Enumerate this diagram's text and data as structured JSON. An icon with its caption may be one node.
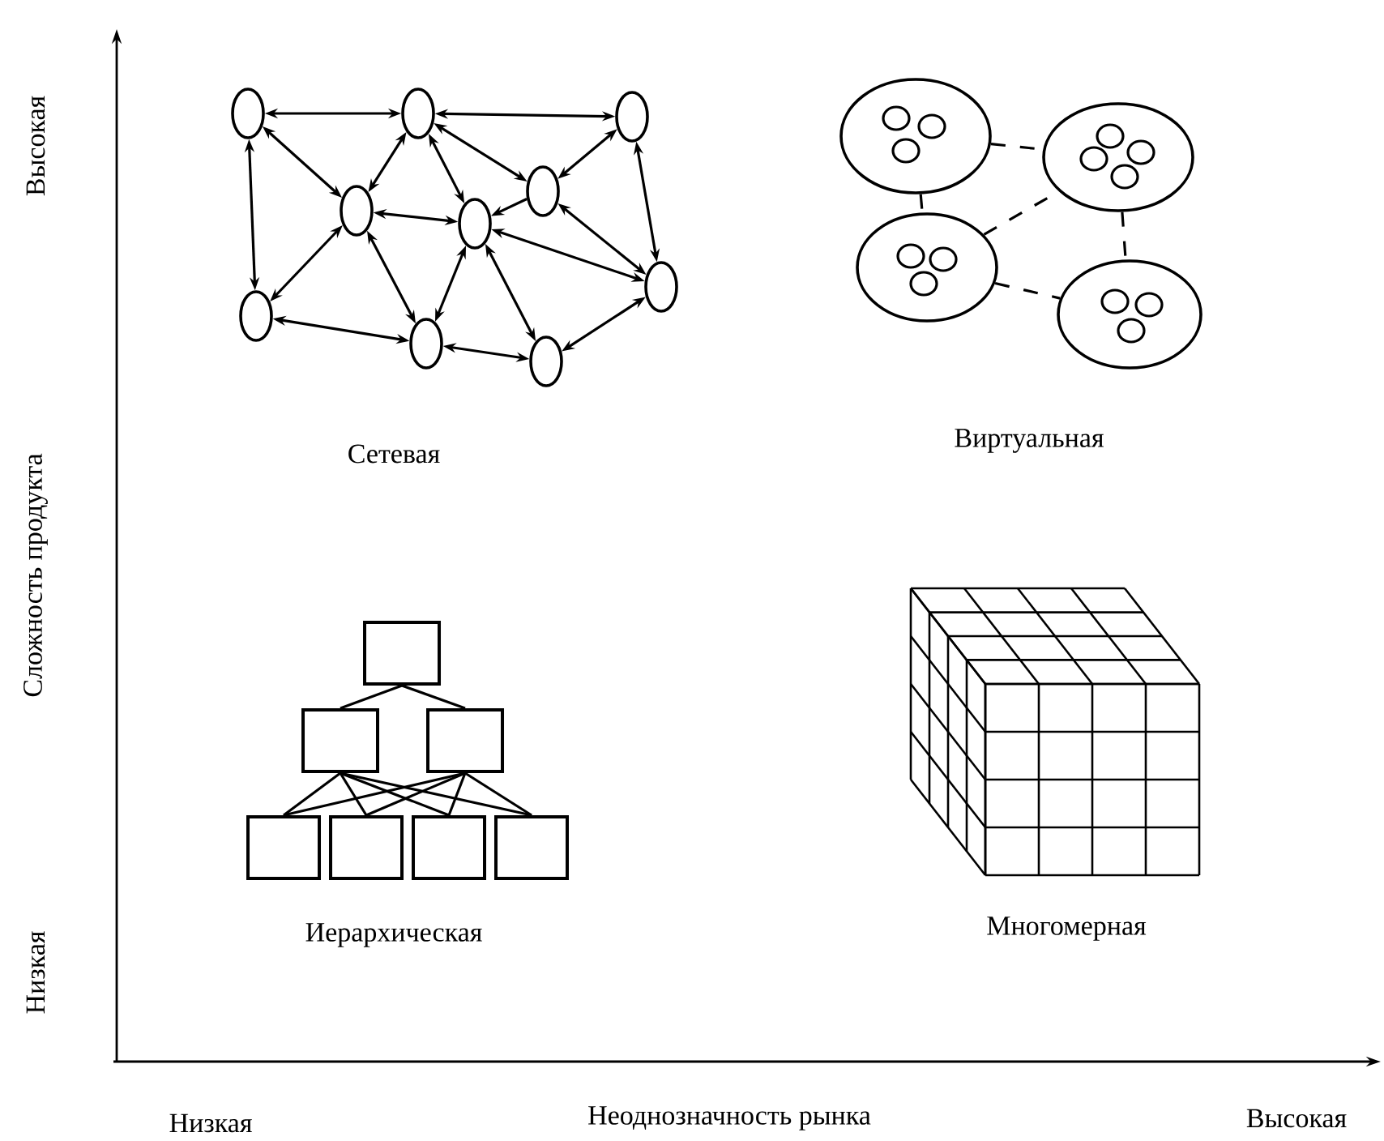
{
  "diagram": {
    "nodes": [
      {
        "text": [],
        "shape": "ellipse"
      },
      {
        "text": [],
        "shape": "ellipse"
      },
      {
        "text": [],
        "shape": "ellipse"
      },
      {
        "text": [],
        "shape": "ellipse"
      },
      {
        "text": [],
        "shape": "ellipse"
      },
      {
        "text": [],
        "shape": "ellipse"
      },
      {
        "text": [],
        "shape": "ellipse"
      },
      {
        "text": [],
        "shape": "ellipse"
      },
      {
        "text": [],
        "shape": "ellipse"
      },
      {
        "text": [],
        "shape": "ellipse"
      },
      {
        "text": [],
        "shape": "circle"
      },
      {
        "text": [],
        "shape": "circle"
      },
      {
        "text": [],
        "shape": "circle"
      },
      {
        "text": [],
        "shape": "circle"
      },
      {
        "text": [],
        "shape": "box"
      },
      {
        "text": [],
        "shape": "box"
      },
      {
        "text": [],
        "shape": "box"
      },
      {
        "text": [],
        "shape": "box"
      },
      {
        "text": [],
        "shape": "box"
      },
      {
        "text": [],
        "shape": "box"
      },
      {
        "text": [],
        "shape": "box"
      }
    ],
    "edges": [
      {
        "from": 0,
        "to": 1,
        "arrow": "both"
      },
      {
        "from": 1,
        "to": 2,
        "arrow": "both"
      },
      {
        "from": 0,
        "to": 6,
        "arrow": "both"
      },
      {
        "from": 0,
        "to": 3,
        "arrow": "both"
      },
      {
        "from": 1,
        "to": 3,
        "arrow": "both"
      },
      {
        "from": 1,
        "to": 4,
        "arrow": "both"
      },
      {
        "from": 1,
        "to": 5,
        "arrow": "both"
      },
      {
        "from": 2,
        "to": 5,
        "arrow": "both"
      },
      {
        "from": 2,
        "to": 9,
        "arrow": "both"
      },
      {
        "from": 3,
        "to": 4,
        "arrow": "both"
      },
      {
        "from": 3,
        "to": 6,
        "arrow": "both"
      },
      {
        "from": 3,
        "to": 7,
        "arrow": "both"
      },
      {
        "from": 5,
        "to": 4,
        "arrow": "to"
      },
      {
        "from": 4,
        "to": 7,
        "arrow": "both"
      },
      {
        "from": 4,
        "to": 8,
        "arrow": "both"
      },
      {
        "from": 4,
        "to": 9,
        "arrow": "both"
      },
      {
        "from": 5,
        "to": 9,
        "arrow": "both"
      },
      {
        "from": 6,
        "to": 7,
        "arrow": "both"
      },
      {
        "from": 7,
        "to": 8,
        "arrow": "both"
      },
      {
        "from": 8,
        "to": 9,
        "arrow": "both"
      },
      {
        "from": 10,
        "to": 11,
        "arrow": "none",
        "style": "dashed"
      },
      {
        "from": 10,
        "to": 12,
        "arrow": "none",
        "style": "dashed"
      },
      {
        "from": 12,
        "to": 11,
        "arrow": "none",
        "style": "dashed"
      },
      {
        "from": 11,
        "to": 13,
        "arrow": "none",
        "style": "dashed"
      },
      {
        "from": 12,
        "to": 13,
        "arrow": "none",
        "style": "dashed"
      },
      {
        "from": 14,
        "to": 15,
        "arrow": "none"
      },
      {
        "from": 14,
        "to": 16,
        "arrow": "none"
      },
      {
        "from": 15,
        "to": 17,
        "arrow": "none"
      },
      {
        "from": 15,
        "to": 18,
        "arrow": "none"
      },
      {
        "from": 15,
        "to": 19,
        "arrow": "none"
      },
      {
        "from": 15,
        "to": 20,
        "arrow": "none"
      },
      {
        "from": 16,
        "to": 17,
        "arrow": "none"
      },
      {
        "from": 16,
        "to": 18,
        "arrow": "none"
      },
      {
        "from": 16,
        "to": 19,
        "arrow": "none"
      },
      {
        "from": 16,
        "to": 20,
        "arrow": "none"
      }
    ],
    "labels": [
      "Высокая",
      "Сложность продукта",
      "Низкая",
      "Низкая",
      "Неоднозначность рынка",
      "Высокая",
      "Сетевая",
      "Виртуальная",
      "Иерархическая",
      "Многомерная"
    ]
  }
}
